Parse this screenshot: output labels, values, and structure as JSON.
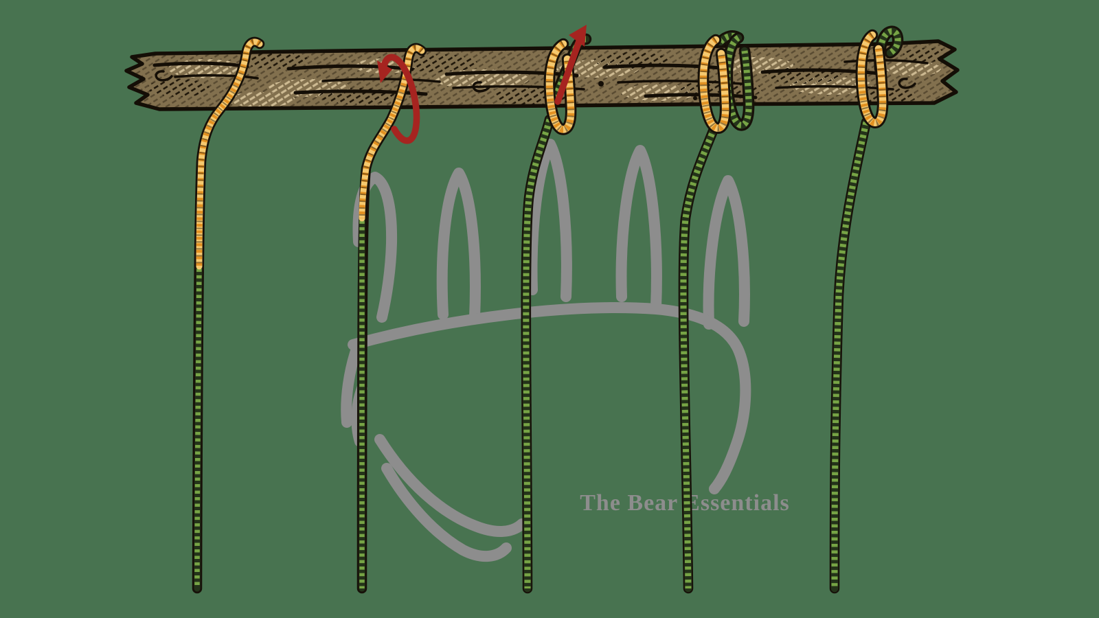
{
  "watermark": {
    "text": "The Bear Essentials"
  },
  "icons": {
    "bear-paw-watermark": "gray bear paw print line art",
    "rotation-arrow": "red circular arrow showing wrap direction",
    "pull-arrow": "red straight arrow pointing up-right"
  },
  "colors": {
    "background": "#487350",
    "watermark-gray": "#8D8D8D",
    "branch-brown": "#82704E",
    "branch-beige": "#CDBA92",
    "branch-hatch-dark": "#1D1509",
    "branch-outline": "#140E06",
    "rope-outline": "#171109",
    "rope-tan": "#F6C96F",
    "rope-tan-dark": "#E08B1A",
    "rope-green": "#7CAB48",
    "rope-green-dark": "#24331A",
    "arrow-red": "#A62420"
  }
}
